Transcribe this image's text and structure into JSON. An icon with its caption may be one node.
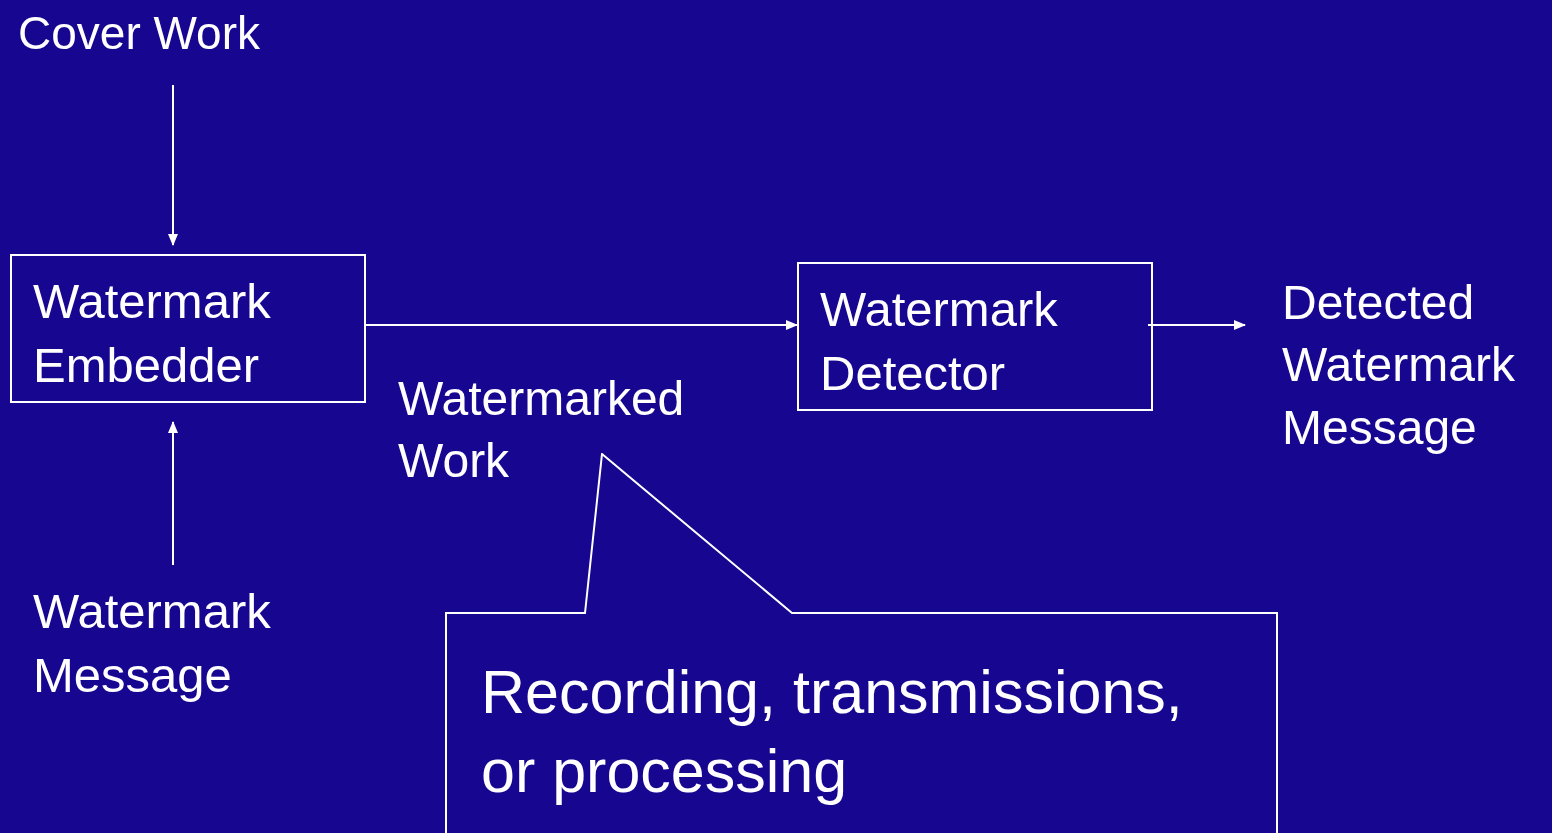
{
  "diagram": {
    "nodes": [
      {
        "text": [
          "Cover Work"
        ]
      },
      {
        "text": [
          "Watermark Embedder"
        ]
      },
      {
        "text": [
          "Watermark Message"
        ]
      },
      {
        "text": [
          "Watermark Detector"
        ]
      },
      {
        "text": [
          "Detected Watermark Message"
        ]
      },
      {
        "text": [
          "Recording, transmissions, or processing"
        ]
      }
    ],
    "edges": [
      {
        "from": 0,
        "to": 1,
        "arrow": "to"
      },
      {
        "from": 2,
        "to": 1,
        "arrow": "to"
      },
      {
        "from": 1,
        "to": 3,
        "arrow": "to",
        "label": "Watermarked Work"
      },
      {
        "from": 3,
        "to": 4,
        "arrow": "to"
      }
    ]
  }
}
